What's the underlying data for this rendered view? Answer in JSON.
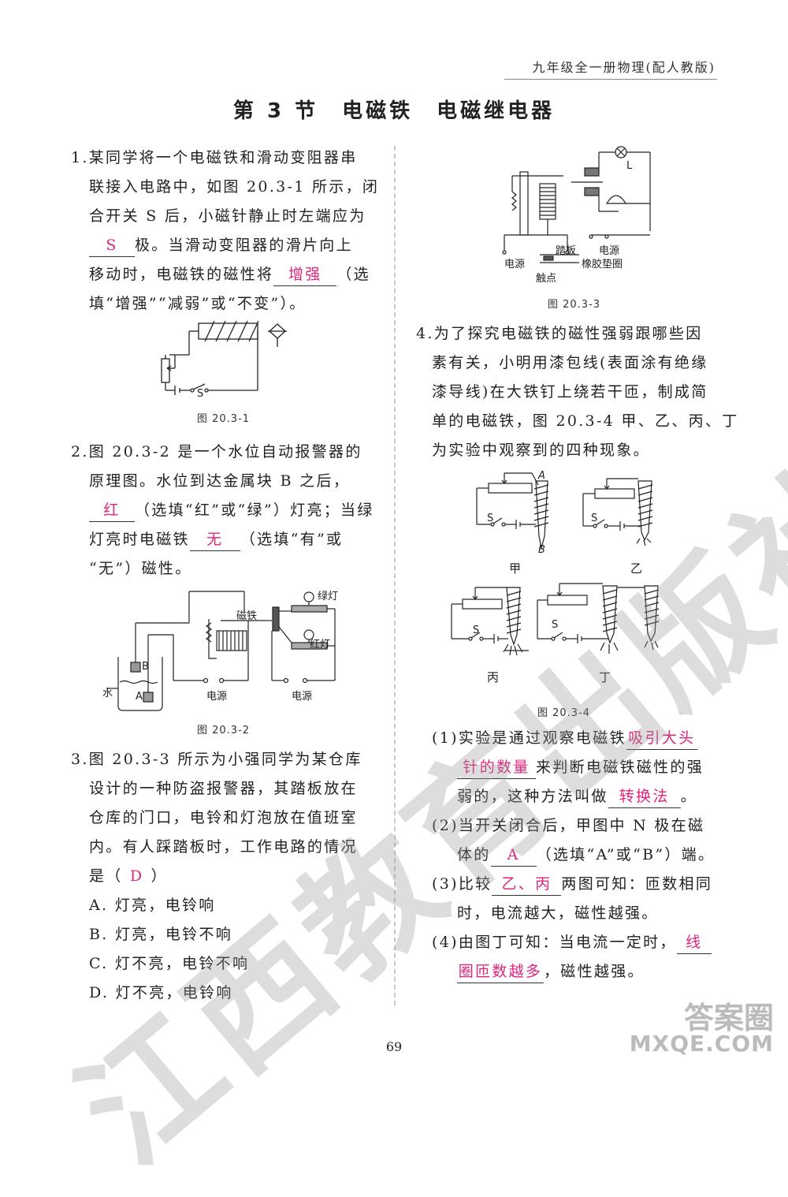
{
  "header": {
    "text": "九年级全一册物理(配人教版)"
  },
  "title": "第 3 节　电磁铁　电磁继电器",
  "page_number": "69",
  "watermark": {
    "line1": "江西教育出版社"
  },
  "logo": {
    "top": "答案圈",
    "bottom": "MXQE.COM"
  },
  "q1": {
    "l1": "1.某同学将一个电磁铁和滑动变阻器串",
    "l2": "联接入电路中，如图 20.3-1 所示，闭",
    "l3": "合开关 S 后，小磁针静止时左端应为",
    "a1": "S",
    "l4": "极。当滑动变阻器的滑片向上",
    "l5a": "移动时，电磁铁的磁性将",
    "a2": "增强",
    "l5b": "（选",
    "l6": "填“增强”“减弱”或“不变”）。",
    "caption": "图 20.3-1",
    "s_label": "S"
  },
  "q2": {
    "l1": "2.图 20.3-2 是一个水位自动报警器的",
    "l2": "原理图。水位到达金属块 B 之后，",
    "a1": "红",
    "l3": "（选填“红”或“绿”）灯亮；当绿",
    "l4a": "灯亮时电磁铁",
    "a2": "无",
    "l4b": "（选填“有”或",
    "l5": "“无”）磁性。",
    "caption": "图 20.3-2",
    "labels": {
      "magnet": "磁铁",
      "green": "绿灯",
      "red": "红灯",
      "b": "B",
      "a": "A",
      "water": "水",
      "power1": "电源",
      "power2": "电源"
    }
  },
  "q3": {
    "l1": "3.图 20.3-3 所示为小强同学为某仓库",
    "l2": "设计的一种防盗报警器，其踏板放在",
    "l3": "仓库的门口，电铃和灯泡放在值班室",
    "l4": "内。有人踩踏板时，工作电路的情况",
    "l5a": "是（",
    "a1": "D",
    "l5b": "）",
    "opt_a": "A. 灯亮，电铃响",
    "opt_b": "B. 灯亮，电铃不响",
    "opt_c": "C. 灯不亮，电铃不响",
    "opt_d": "D. 灯不亮，电铃响",
    "caption": "图 20.3-3",
    "labels": {
      "l": "L",
      "pedal": "踏板",
      "power_r": "电源",
      "power_l": "电源",
      "rubber": "橡胶垫圈",
      "contact": "触点"
    }
  },
  "q4": {
    "l1": "4.为了探究电磁铁的磁性强弱跟哪些因",
    "l2": "素有关，小明用漆包线(表面涂有绝缘",
    "l3": "漆导线)在大铁钉上绕若干匝，制成简",
    "l4": "单的电磁铁，图 20.3-4 甲、乙、丙、丁",
    "l5": "为实验中观察到的四种现象。",
    "caption": "图 20.3-4",
    "labels": {
      "jia": "甲",
      "yi": "乙",
      "bing": "丙",
      "ding": "丁",
      "a": "A",
      "b": "B",
      "s": "S"
    },
    "p1a": "(1)实验是通过观察电磁铁",
    "p1ans1": "吸引大头",
    "p1ans2": "针的数量",
    "p1b": "来判断电磁铁磁性的强",
    "p1c": "弱的，这种方法叫做",
    "p1ans3": "转换法",
    "p1d": "。",
    "p2a": "(2)当开关闭合后，甲图中 N 极在磁",
    "p2b": "体的",
    "p2ans": "A",
    "p2c": "（选填“A”或“B”）端。",
    "p3a": "(3)比较",
    "p3ans": "乙、丙",
    "p3b": "两图可知：匝数相同",
    "p3c": "时，电流越大，磁性越强。",
    "p4a": "(4)由图丁可知：当电流一定时，",
    "p4ans1": "线",
    "p4ans2": "圈匝数越多",
    "p4b": "，磁性越强。"
  }
}
